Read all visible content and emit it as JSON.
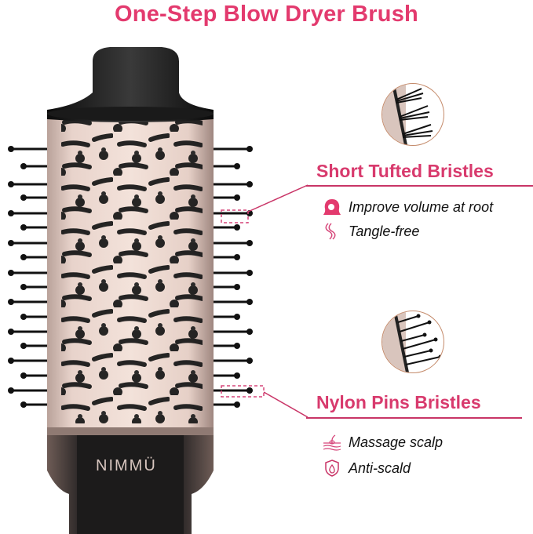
{
  "title": "One-Step Blow Dryer Brush",
  "brand_logo": "NIMMÜ",
  "colors": {
    "accent": "#e33a6e",
    "rule": "#c93567",
    "barrel": "#ecd8d0",
    "black": "#151515",
    "ring": "#c48a6a"
  },
  "features": [
    {
      "title": "Short Tufted Bristles",
      "icon": "magnified-tufted-bristle",
      "bullets": [
        {
          "icon": "hair-volume-icon",
          "text": "Improve volume at root"
        },
        {
          "icon": "hair-strands-icon",
          "text": "Tangle-free"
        }
      ]
    },
    {
      "title": "Nylon Pins Bristles",
      "icon": "magnified-nylon-pins",
      "bullets": [
        {
          "icon": "scalp-massage-icon",
          "text": "Massage scalp"
        },
        {
          "icon": "shield-heat-icon",
          "text": "Anti-scald"
        }
      ]
    }
  ]
}
